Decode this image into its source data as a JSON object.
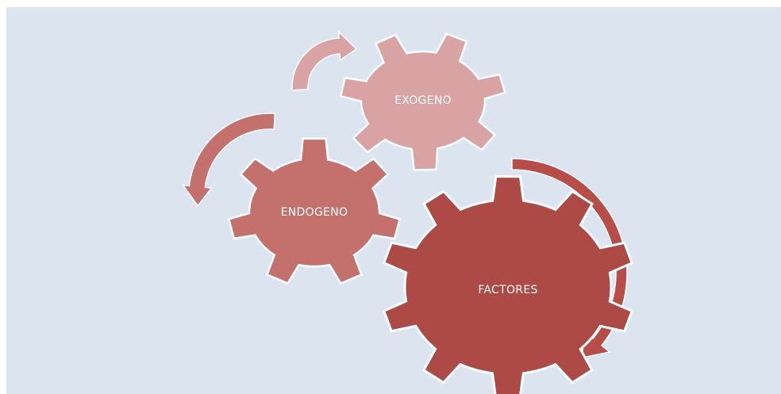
{
  "diagram": {
    "background_color": "#dce4f0",
    "gears": [
      {
        "id": "exogeno",
        "label": "EXOGENO",
        "color": "#d9a3a3"
      },
      {
        "id": "endogeno",
        "label": "ENDOGENO",
        "color": "#c4706c"
      },
      {
        "id": "factores",
        "label": "FACTORES",
        "color": "#ad4a45"
      }
    ],
    "arrows": [
      {
        "id": "arrow-exogeno",
        "color": "#d9a3a3"
      },
      {
        "id": "arrow-endogeno",
        "color": "#c4706c"
      },
      {
        "id": "arrow-factores",
        "color": "#b84c47"
      }
    ]
  }
}
